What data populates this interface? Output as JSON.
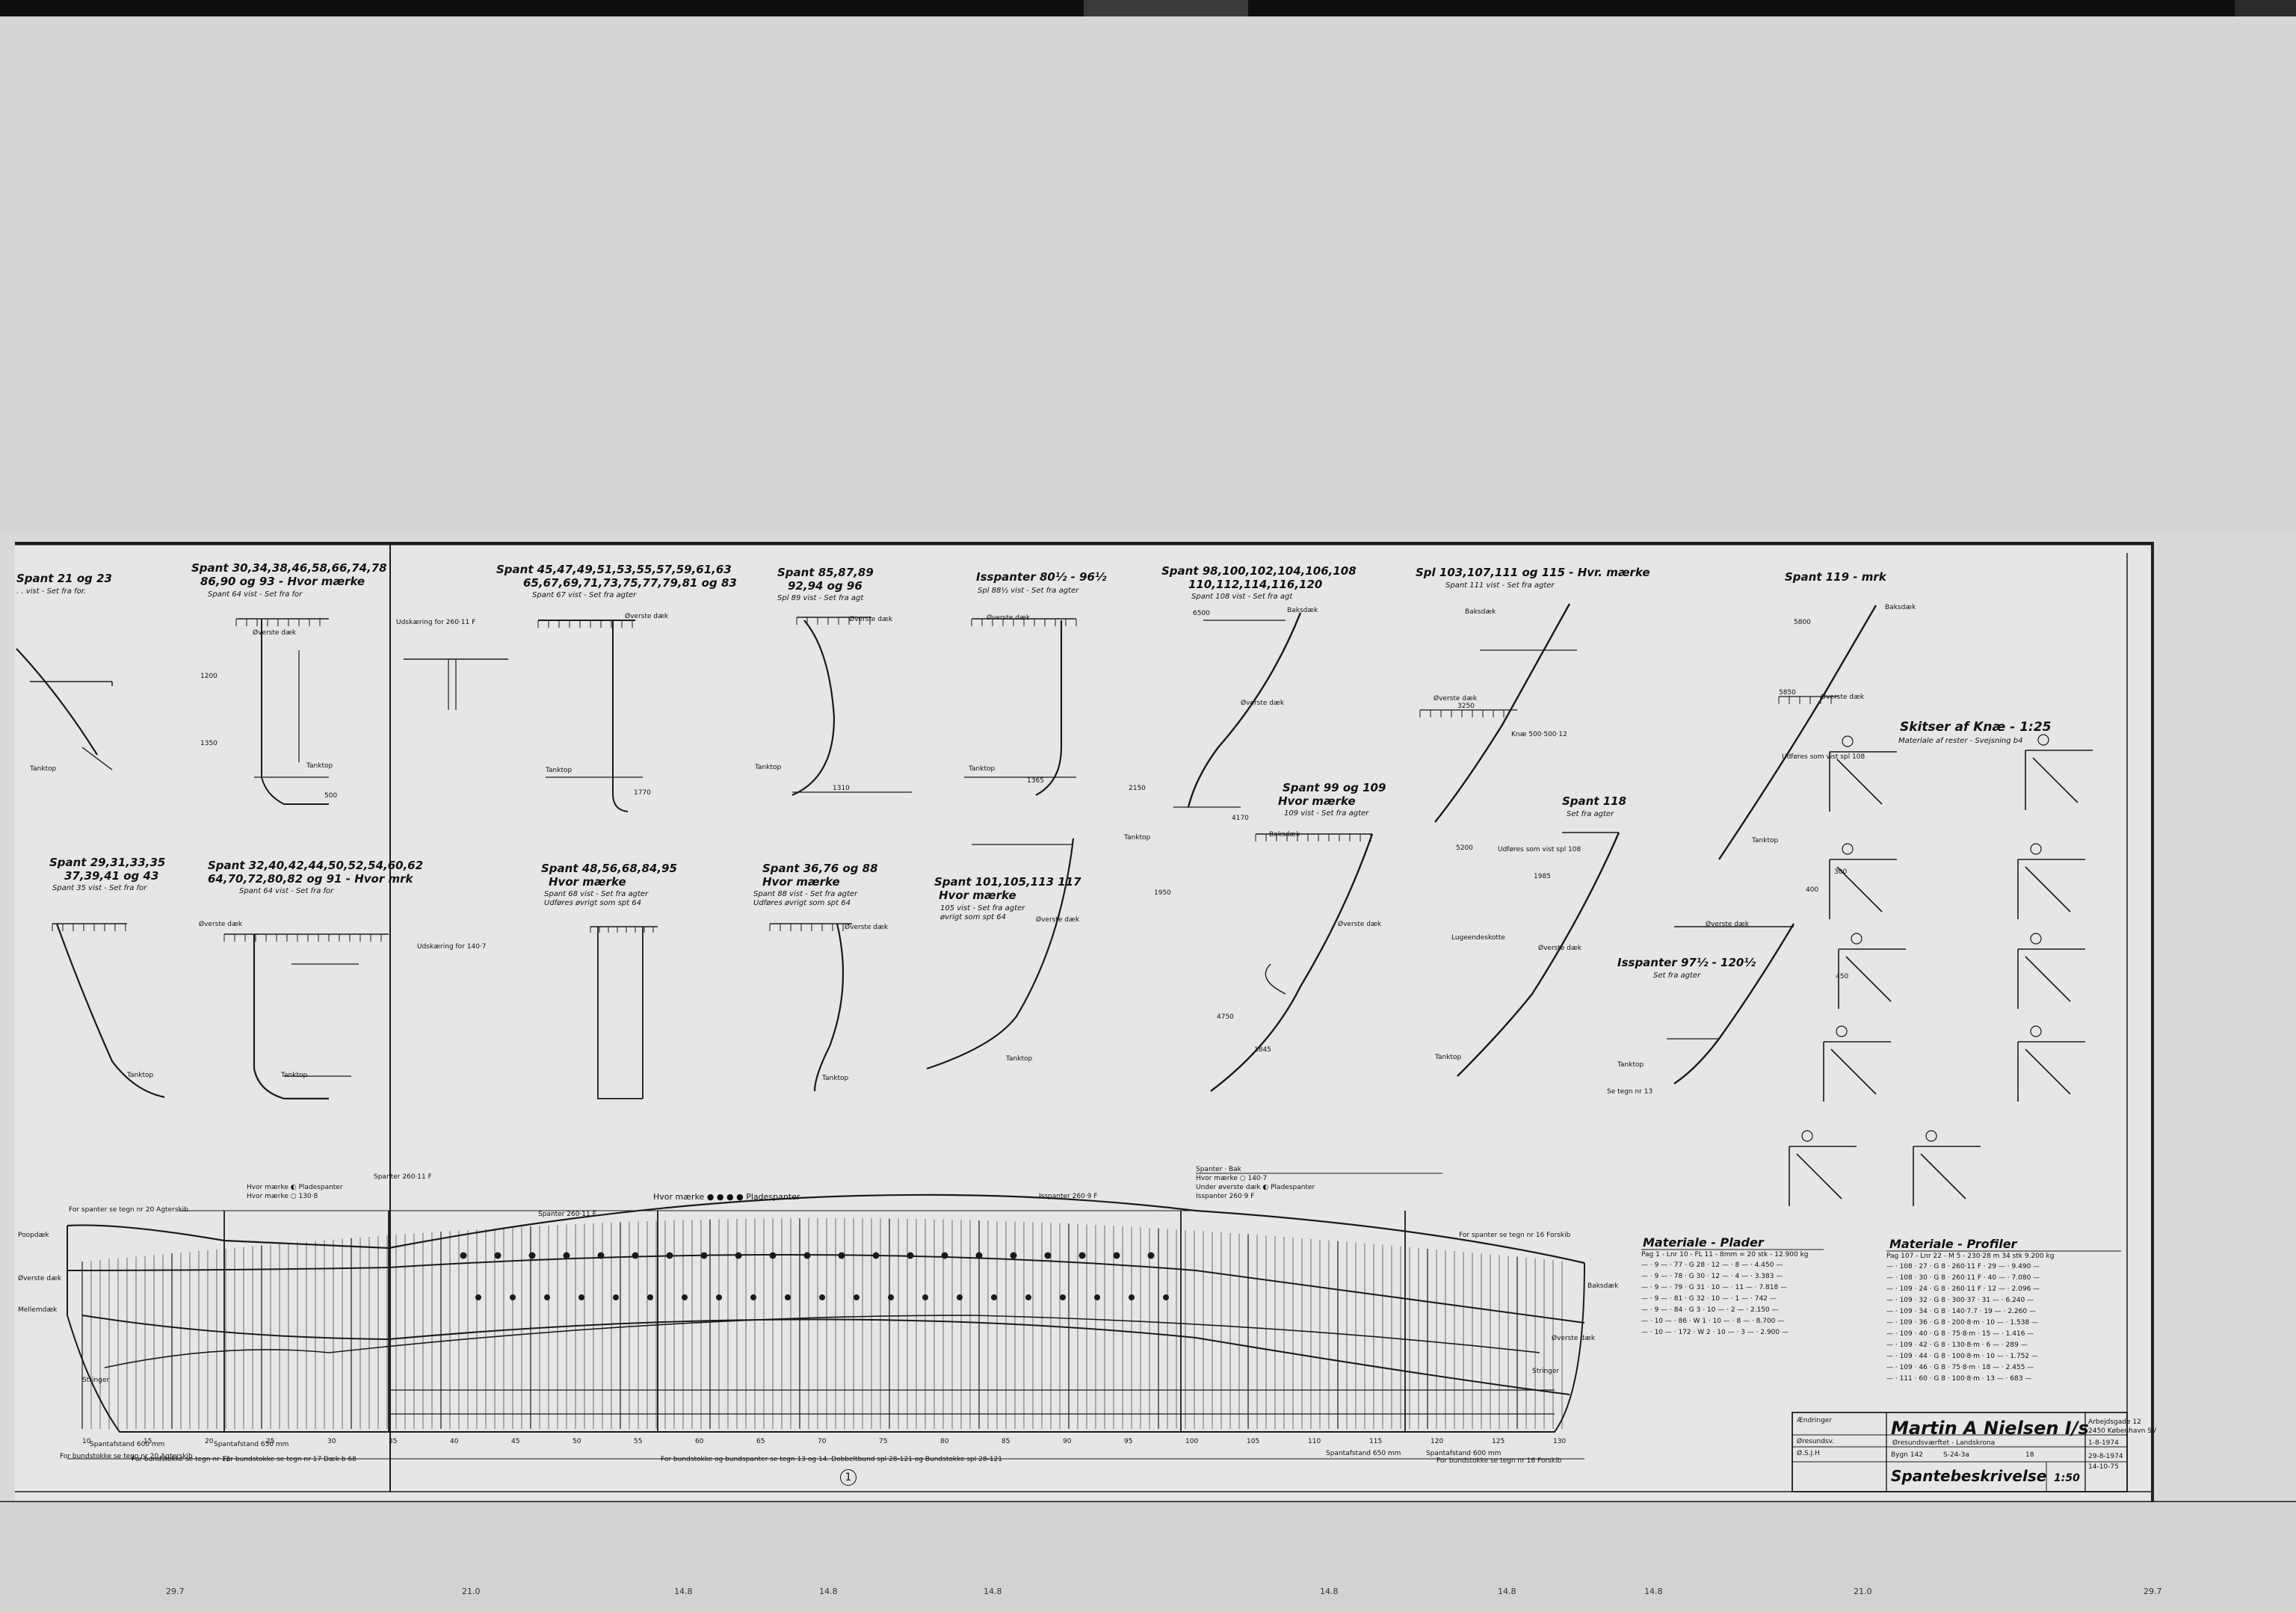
{
  "frames": {
    "f1": {
      "title": "Spant 21 og 23",
      "sub": ". . vist - Set fra for."
    },
    "f2": {
      "title": "Spant 30,34,38,46,58,66,74,78",
      "title2": "86,90 og 93 - Hvor mærke",
      "sub": "Spant 64 vist - Set fra for"
    },
    "f3": {
      "title": "Spant 45,47,49,51,53,55,57,59,61,63",
      "title2": "65,67,69,71,73,75,77,79,81 og 83",
      "sub": "Spant 67 vist - Set fra agter"
    },
    "f4": {
      "title": "Spant 85,87,89",
      "title2": "92,94 og 96",
      "sub": "Spl 89 vist - Set fra agt"
    },
    "f5": {
      "title": "Isspanter 80½ - 96½",
      "sub": "Spl 88½ vist - Set fra agter"
    },
    "f6": {
      "title": "Spant 98,100,102,104,106,108",
      "title2": "110,112,114,116,120",
      "sub": "Spant 108 vist - Set fra agt"
    },
    "f7": {
      "title": "Spl 103,107,111 og 115 - Hvr. mærke",
      "sub": "Spant 111 vist - Set fra agter"
    },
    "f8": {
      "title": "Spant 119 - mrk",
      "sub": ""
    },
    "f9": {
      "title": "Spant 29,31,33,35",
      "title2": "37,39,41 og 43",
      "sub": "Spant 35 vist - Set fra for"
    },
    "f10": {
      "title": "Spant 32,40,42,44,50,52,54,60,62",
      "title2": "64,70,72,80,82 og 91 - Hvor mrk",
      "sub": "Spant 64 vist - Set fra for"
    },
    "f11": {
      "title": "Spant 48,56,68,84,95",
      "title2": "Hvor mærke",
      "sub": "Spant 68 vist - Set fra agter",
      "sub2": "Udføres øvrigt som spt 64"
    },
    "f12": {
      "title": "Spant 36,76 og 88",
      "title2": "Hvor mærke",
      "sub": "Spant 88 vist - Set fra agter",
      "sub2": "Udføres øvrigt som spt 64"
    },
    "f13": {
      "title": "Spant 101,105,113 117",
      "title2": "Hvor mærke",
      "sub": "105 vist - Set fra agter",
      "sub2": "øvrigt som spt 64"
    },
    "f14": {
      "title": "Spant 99 og 109",
      "title2": "Hvor mærke",
      "sub": "109 vist - Set fra agter"
    },
    "f15": {
      "title": "Spant 118",
      "sub": "Set fra agter"
    },
    "f16": {
      "title": "Isspanter 97½ - 120½",
      "sub": "Set fra agter"
    }
  },
  "labels": {
    "oversteDaek": "Øverste dæk",
    "tanktop": "Tanktop",
    "baksdaek": "Baksdæk",
    "udfores": "Udføres som vist spl 108",
    "skitser": "Skitser af Knæ - 1:25",
    "skitserSub": "Materiale af rester - Svejsning b4",
    "udskaering": "Udskæring for 260·11 F",
    "udskaering2": "Udskæring for 140·7",
    "knae": "Knæ 500·500·12",
    "luge": "Lugeendeskotte",
    "setTegn": "Se tegn nr 13"
  },
  "dims": [
    "500",
    "1200",
    "1350",
    "1770",
    "1310",
    "1365",
    "1950",
    "2150",
    "3250",
    "5200",
    "5800",
    "5850",
    "6500",
    "1985",
    "1845",
    "4170",
    "4750",
    "400",
    "300",
    "450"
  ],
  "profile": {
    "topLabel": "Spanter 260·11 F",
    "hvorMaerke1": "Hvor mærke ◐ Pladespanter",
    "hvorMaerke2": "Hvor mærke ○ 130·8",
    "centerLabel": "Hvor mærke ● ● ● ● Pladespanter",
    "isspanter": "Isspanter 260·9 F",
    "rightLbl1": "Spanter · Bak",
    "rightLbl2": "Hvor mærke ○ 140·7",
    "rightLbl3": "Under øverste dæk ◐ Pladespanter",
    "rightLbl4": "Isspanter 260·9 F",
    "spanter2": "Spanter 260·11 F",
    "forSpanter": "For spanter se tegn nr 20 Agterskib",
    "forSpanter2": "For spanter se tegn nr 16 Forskib",
    "poopdaek": "Poopdæk",
    "overste": "Øverste dæk",
    "mellemdaek": "Mellemdæk",
    "stringer": "Stringer",
    "baksdaek": "Baksdæk",
    "spantafstand1": "Spantafstand 600 mm",
    "spantafstand2": "Spantafstand 650 mm",
    "spantafstand3": "Spantafstand 650 mm",
    "spantafstand4": "Spantafstand 600 mm",
    "bund1": "For bundstokke se tegn nr 20 Agterskib",
    "bund2": "For bundstokke se tegn nr 12",
    "bund3": "For bundstokke se tegn nr 17  Dæk b 68",
    "bund4": "For bundstokke og bundspanter se tegn 13 og 14. Dobbeltbund spl 28-121 og Bundstokke spl 28-121",
    "bund5": "For bundstokke se tegn nr 16 Forskib",
    "circleNum": "1",
    "frameNums": [
      "10",
      "15",
      "20",
      "25",
      "30",
      "35",
      "40",
      "45",
      "50",
      "55",
      "60",
      "65",
      "70",
      "75",
      "80",
      "85",
      "90",
      "95",
      "100",
      "105",
      "110",
      "115",
      "120",
      "125",
      "130"
    ]
  },
  "matPlader": {
    "title": "Materiale - Plader",
    "header": "Pag 1 - Lnr 10 - FL 11 - 8mm = 20 stk - 12.900 kg",
    "rows": [
      "— · 9 — · 77 · G 28 · 12 — · 8 — · 4.450 —",
      "— · 9 — · 78 · G 30 · 12 — · 4 — · 3.383 —",
      "— · 9 — · 79 · G 31 · 10 — · 11 — · 7.818 —",
      "— · 9 — · 81 · G 32 · 10 — · 1 — · 742 —",
      "— · 9 — · 84 · G 3 · 10 — · 2 — · 2.150 —",
      "— · 10 — · 86 · W 1 · 10 — · 8 — · 8.700 —",
      "— · 10 — · 172 · W 2 · 10 — · 3 — · 2.900 —"
    ]
  },
  "matProfiler": {
    "title": "Materiale - Profiler",
    "header": "Pag 107 - Lnr 22 - M 5 - 230·28 m  34 stk  9.200 kg",
    "rows": [
      "— · 108 · 27 · G 8 · 260·11 F · 29 — · 9.490 —",
      "— · 108 · 30 · G 8 · 260·11 F · 40 — · 7.080 —",
      "— · 109 · 24 · G 8 · 260·11 F · 12 — · 2.096 —",
      "— · 109 · 32 · G 8 · 300·37 · 31 — · 6.240 —",
      "— · 109 · 34 · G 8 · 140·7.7 · 19 — · 2.260 —",
      "— · 109 · 36 · G 8 · 200·8·m · 10 — · 1.538 —",
      "— · 109 · 40 · G 8 · 75·8·m · 15 — · 1.416 —",
      "— · 109 · 42 · G 8 · 130·8·m · 6 — · 289 —",
      "— · 109 · 44 · G 8 · 100·8·m · 10 — · 1.752 —",
      "— · 109 · 46 · G 8 · 75·8·m · 18 — · 2.455 —",
      "— · 111 · 60 · G 8 · 100·8·m · 13 — · 683 —"
    ]
  },
  "titleBlock": {
    "company": "Martin A Nielsen I/s",
    "subtitle": "Øresundsværftet - Landskrona",
    "drawingName": "Spantebeskrivelse",
    "scale": "1:50",
    "rev1": "Ændringer",
    "rev2": "Øresundsv.",
    "rev3": "Ø.S.J.H",
    "byg": "Bygn 142",
    "tegn": "S-24-3a",
    "tegnNr": "18",
    "dato1": "1-8-1974",
    "dato2": "29-8-1974",
    "dato3": "14-10-75",
    "ref": "Arbejdsgade 12",
    "ref2": "2450 København SV"
  },
  "rulerMarks": [
    "29.7",
    "21.0",
    "14.8",
    "14.8",
    "14.8",
    "14.8",
    "14.8",
    "14.8",
    "21.0",
    "29.7"
  ]
}
